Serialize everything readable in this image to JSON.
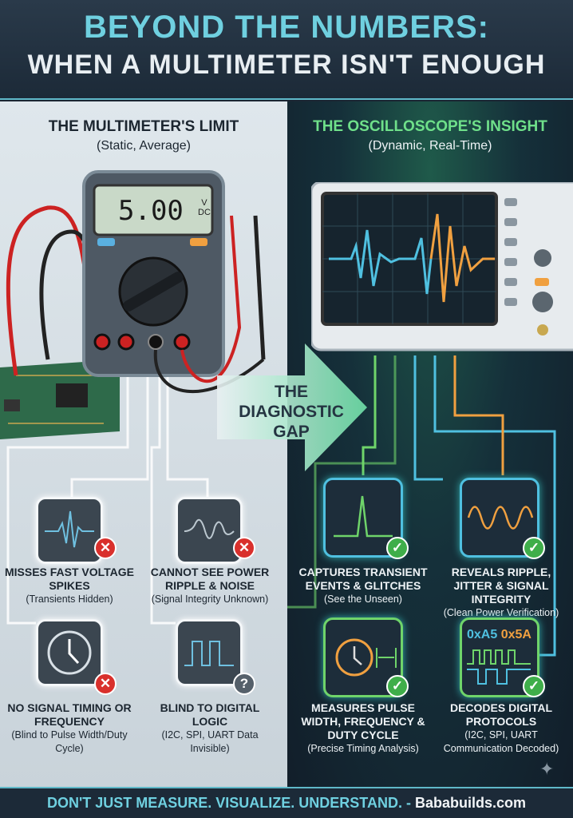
{
  "title": {
    "line1": "BEYOND THE NUMBERS:",
    "line2": "WHEN A MULTIMETER ISN'T ENOUGH"
  },
  "left": {
    "heading": "THE MULTIMETER'S LIMIT",
    "subheading": "(Static, Average)",
    "display": "5.00",
    "unit": "V",
    "unit_sub": "DC",
    "cards": [
      {
        "title": "MISSES FAST VOLTAGE SPIKES",
        "note": "(Transients Hidden)",
        "icon": "spike-waveform-icon",
        "badge": "x"
      },
      {
        "title": "CANNOT SEE POWER RIPPLE & NOISE",
        "note": "(Signal Integrity Unknown)",
        "icon": "ripple-waveform-icon",
        "badge": "x"
      },
      {
        "title": "NO SIGNAL TIMING OR FREQUENCY",
        "note": "(Blind to Pulse Width/Duty Cycle)",
        "icon": "clock-icon",
        "badge": "x"
      },
      {
        "title": "BLIND TO DIGITAL LOGIC",
        "note": "(I2C, SPI, UART Data Invisible)",
        "icon": "square-wave-icon",
        "badge": "?"
      }
    ]
  },
  "gap": {
    "line1": "THE",
    "line2": "DIAGNOSTIC",
    "line3": "GAP"
  },
  "right": {
    "heading": "THE OSCILLOSCOPE'S INSIGHT",
    "subheading": "(Dynamic, Real-Time)",
    "cards": [
      {
        "title": "CAPTURES TRANSIENT EVENTS & GLITCHES",
        "note": "(See the Unseen)",
        "icon": "spike-waveform-icon",
        "badge": "check"
      },
      {
        "title": "REVEALS RIPPLE, JITTER & SIGNAL INTEGRITY",
        "note": "(Clean Power Verification)",
        "icon": "sine-wave-icon",
        "badge": "check"
      },
      {
        "title": "MEASURES PULSE WIDTH, FREQUENCY & DUTY CYCLE",
        "note": "(Precise Timing Analysis)",
        "icon": "clock-measure-icon",
        "badge": "check"
      },
      {
        "title": "DECODES DIGITAL PROTOCOLS",
        "note": "(I2C, SPI, UART Communication Decoded)",
        "icon": "protocol-decode-icon",
        "badge": "check",
        "hex1": "0xA5",
        "hex2": "0x5A"
      }
    ]
  },
  "footer": {
    "slogan": "DON'T JUST MEASURE. VISUALIZE. UNDERSTAND. -",
    "brand": "Bababuilds.com"
  },
  "colors": {
    "cyan": "#6fd0e0",
    "green": "#6fd46a",
    "orange": "#f0a040",
    "red": "#d9302c"
  }
}
